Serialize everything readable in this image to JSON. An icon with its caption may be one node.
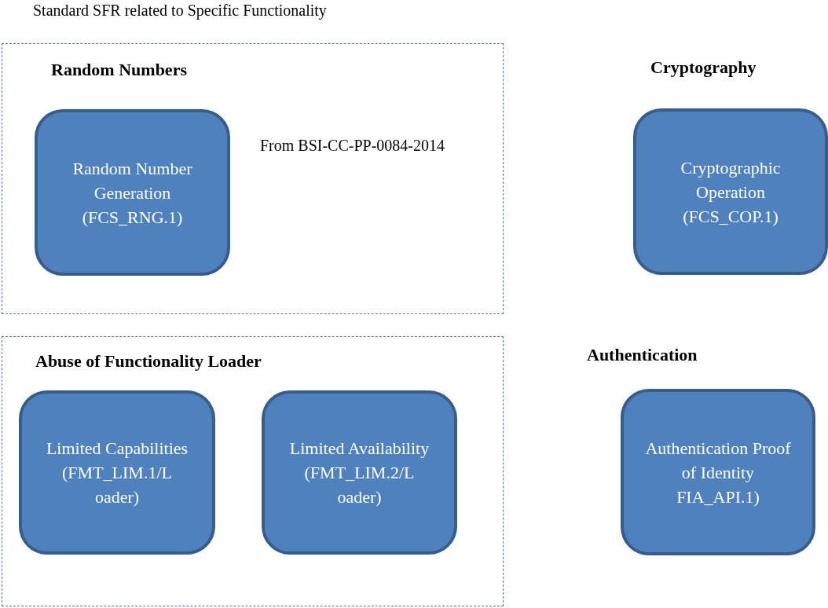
{
  "diagram": {
    "title": "Standard SFR related to Specific Functionality",
    "nodes": [
      {
        "text": [
          "Random Numbers",
          "From  BSI-CC-PP-0084-2014"
        ]
      },
      {
        "text": [
          "Random Number Generation (FCS_RNG.1)"
        ],
        "in": 0
      },
      {
        "text": [
          "Cryptography",
          "Cryptographic Operation (FCS_COP.1)"
        ]
      },
      {
        "text": [
          "Abuse of Functionality Loader"
        ]
      },
      {
        "text": [
          "Limited Capabilities (FMT_LIM.1/L oader)"
        ],
        "in": 3
      },
      {
        "text": [
          "Limited Availability (FMT_LIM.2/L oader)"
        ],
        "in": 3
      },
      {
        "text": [
          "Authentication",
          "Authentication Proof of Identity FIA_API.1)"
        ]
      }
    ]
  }
}
